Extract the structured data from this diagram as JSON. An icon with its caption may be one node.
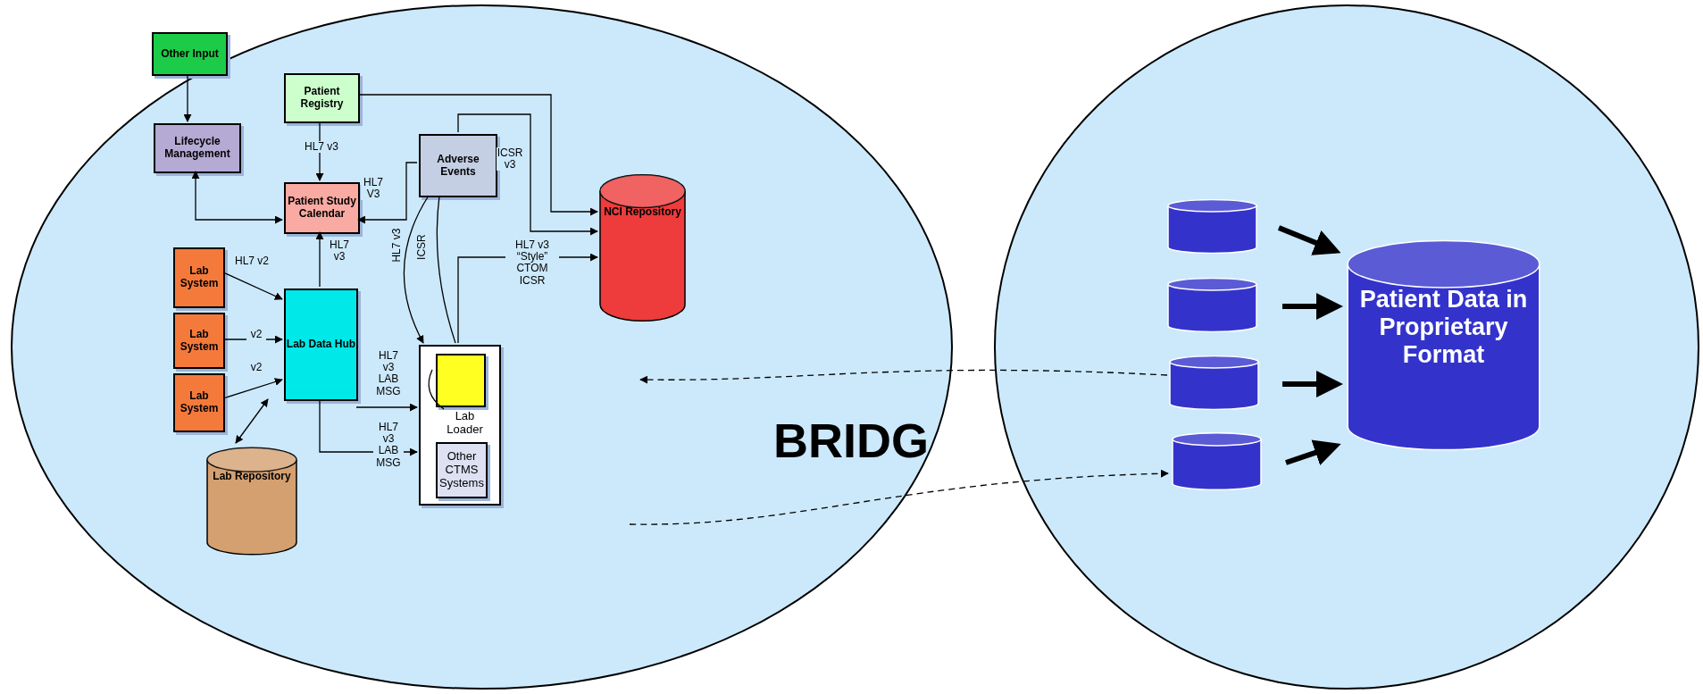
{
  "diagram": {
    "nodes": [
      {
        "text": [],
        "shape": "circle"
      },
      {
        "text": [
          "Other Input"
        ],
        "in": 0
      },
      {
        "text": [
          "Lifecycle Management"
        ],
        "in": 0
      },
      {
        "text": [
          "Patient Registry"
        ],
        "in": 0
      },
      {
        "text": [
          "Adverse Events"
        ],
        "in": 0
      },
      {
        "text": [
          "Patient Study Calendar"
        ],
        "in": 0
      },
      {
        "text": [
          "NCI Repository"
        ],
        "in": 0
      },
      {
        "text": [
          "Lab System"
        ],
        "in": 0
      },
      {
        "text": [
          "Lab System"
        ],
        "in": 0
      },
      {
        "text": [
          "Lab System"
        ],
        "in": 0
      },
      {
        "text": [
          "Lab Data Hub"
        ],
        "in": 0
      },
      {
        "text": [],
        "shape": "box",
        "in": 0
      },
      {
        "text": [],
        "shape": "box",
        "in": 11
      },
      {
        "text": [
          "Lab Loader"
        ],
        "in": 11
      },
      {
        "text": [
          "Other CTMS Systems"
        ],
        "in": 11
      },
      {
        "text": [
          "Lab Repository"
        ],
        "in": 0
      },
      {
        "text": [],
        "shape": "circle"
      },
      {
        "text": [],
        "shape": "cylinder",
        "in": 16
      },
      {
        "text": [],
        "shape": "cylinder",
        "in": 16
      },
      {
        "text": [],
        "shape": "cylinder",
        "in": 16
      },
      {
        "text": [],
        "shape": "cylinder",
        "in": 16
      },
      {
        "text": [
          "Patient Data in Proprietary Format"
        ],
        "in": 16
      }
    ],
    "edges": [
      {
        "from": 1,
        "to": 2,
        "arrow": "to"
      },
      {
        "from": 3,
        "to": 5,
        "label": "HL7 v3",
        "arrow": "to"
      },
      {
        "from": 4,
        "to": 5,
        "label": "HL7 V3",
        "arrow": "to"
      },
      {
        "from": 2,
        "to": 5,
        "arrow": "both"
      },
      {
        "from": 3,
        "to": 6,
        "arrow": "to"
      },
      {
        "from": 4,
        "to": 6,
        "label": "ICSR v3",
        "arrow": "to"
      },
      {
        "from": 11,
        "to": 6,
        "label": "HL7 v3 “Style” CTOM ICSR",
        "arrow": "to"
      },
      {
        "from": 4,
        "to": 11,
        "label": "HL7 v3",
        "arrow": "to"
      },
      {
        "from": 11,
        "to": 4,
        "label": "ICSR",
        "arrow": "none"
      },
      {
        "from": 7,
        "to": 10,
        "label": "HL7 v2",
        "arrow": "to"
      },
      {
        "from": 8,
        "to": 10,
        "label": "v2",
        "arrow": "to"
      },
      {
        "from": 9,
        "to": 10,
        "label": "v2",
        "arrow": "to"
      },
      {
        "from": 10,
        "to": 5,
        "label": "HL7 v3",
        "arrow": "to"
      },
      {
        "from": 10,
        "to": 11,
        "label": "HL7 v3 LAB MSG",
        "arrow": "to"
      },
      {
        "from": 10,
        "to": 11,
        "label": "HL7 v3 LAB MSG",
        "arrow": "to"
      },
      {
        "from": 13,
        "to": 12,
        "arrow": "none"
      },
      {
        "from": 10,
        "to": 15,
        "arrow": "both"
      },
      {
        "from": 17,
        "to": 21,
        "arrow": "to",
        "style": "thick"
      },
      {
        "from": 18,
        "to": 21,
        "arrow": "to",
        "style": "thick"
      },
      {
        "from": 19,
        "to": 21,
        "arrow": "to",
        "style": "thick"
      },
      {
        "from": 20,
        "to": 21,
        "arrow": "to",
        "style": "thick"
      },
      {
        "from": 19,
        "to": null,
        "arrow": "to",
        "style": "dashed"
      },
      {
        "from": null,
        "to": 20,
        "arrow": "to",
        "style": "dashed"
      }
    ],
    "labels": [
      "BRIDG"
    ]
  }
}
